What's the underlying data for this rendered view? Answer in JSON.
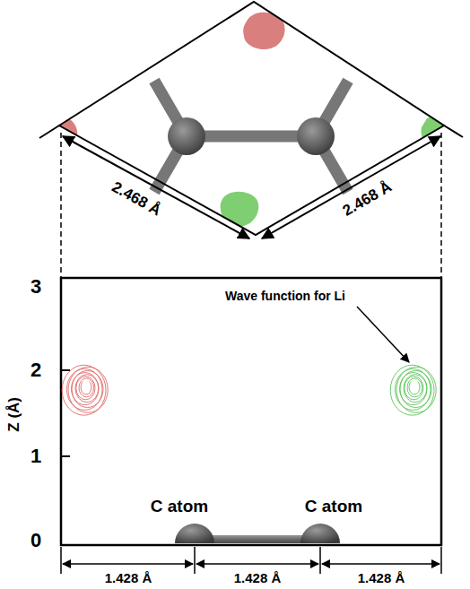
{
  "diagram": {
    "labels": [
      "2.468 Å",
      "2.468 Å",
      "3",
      "2",
      "1",
      "0",
      "Z (Å)",
      "Wave function for Li",
      "C atom",
      "C atom",
      "1.428 Å",
      "1.428 Å",
      "1.428 Å"
    ]
  }
}
